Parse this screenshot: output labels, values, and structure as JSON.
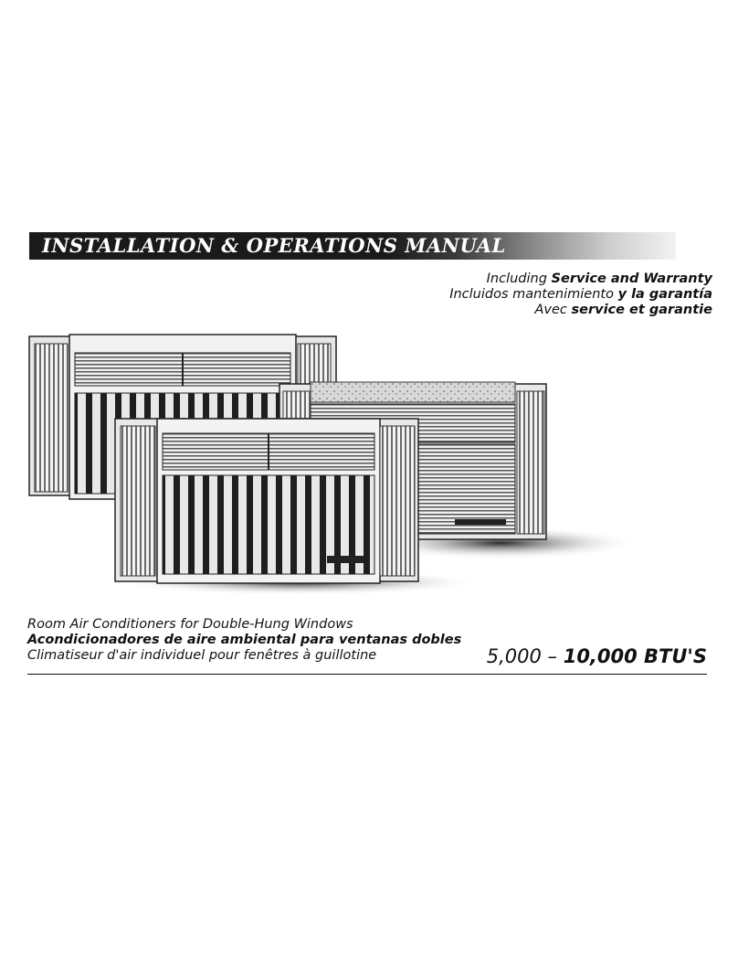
{
  "banner": {
    "title": "INSTALLATION & OPERATIONS MANUAL"
  },
  "subtitles": {
    "en": {
      "regular": "Including ",
      "bold": "Service and Warranty"
    },
    "es": {
      "regular": "Incluidos mantenimiento ",
      "bold": "y la garantía"
    },
    "fr": {
      "regular": "Avec ",
      "bold": "service et garantie"
    }
  },
  "description": {
    "en": "Room Air Conditioners for Double-Hung Windows",
    "es": "Acondicionadores de aire ambiental para ventanas dobles",
    "fr": "Climatiseur d'air individuel pour fenêtres à guillotine"
  },
  "btu_range": {
    "prefix": "5,000 – ",
    "value": "10,000 BTU'S"
  }
}
